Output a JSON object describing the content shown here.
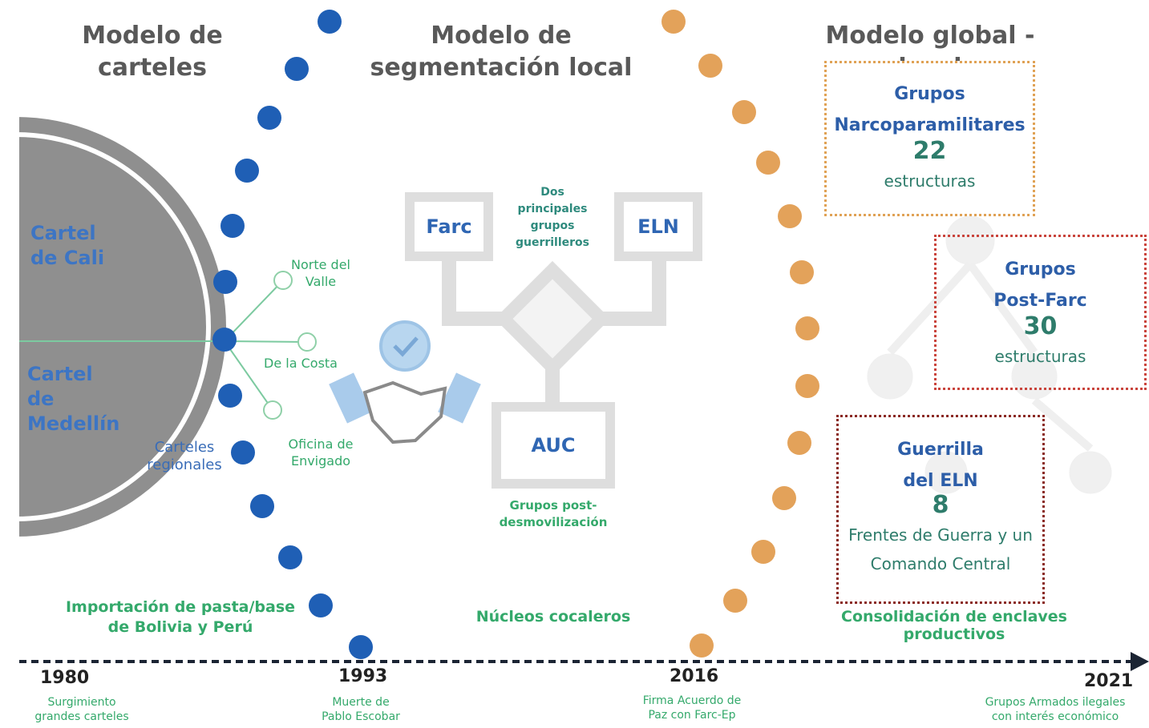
{
  "headers": {
    "carteles": "Modelo de carteles",
    "segmentacion": "Modelo de segmentación local",
    "global": "Modelo global - local"
  },
  "carteles": {
    "cali": "Cartel de Cali",
    "medellin": "Cartel de Medellín",
    "regionales": "Carteles regionales",
    "branches": [
      "Norte del Valle",
      "De la Costa",
      "Oficina de Envigado"
    ],
    "importacion": "Importación de pasta/base de Bolivia y Perú"
  },
  "segmentacion": {
    "farc": "Farc",
    "eln": "ELN",
    "auc": "AUC",
    "guerrilleros": "Dos principales grupos guerrilleros",
    "post": "Grupos post-desmovilización",
    "nucleos": "Núcleos cocaleros"
  },
  "global": {
    "boxes": [
      {
        "title1": "Grupos",
        "title2": "Narcoparamilitares",
        "number": "22",
        "sub": "estructuras",
        "border": "#e0a255"
      },
      {
        "title1": "Grupos",
        "title2": "Post-Farc",
        "number": "30",
        "sub": "estructuras",
        "border": "#c9443c"
      },
      {
        "title1": "Guerrilla",
        "title2": "del ELN",
        "number": "8",
        "sub1": "Frentes de Guerra y un",
        "sub2": "Comando Central",
        "border": "#8b2a24"
      }
    ],
    "consolidacion": "Consolidación de enclaves productivos"
  },
  "timeline": [
    {
      "year": "1980",
      "caption1": "Surgimiento",
      "caption2": "grandes carteles"
    },
    {
      "year": "1993",
      "caption1": "Muerte de",
      "caption2": "Pablo Escobar"
    },
    {
      "year": "2016",
      "caption1": "Firma Acuerdo de",
      "caption2": "Paz con Farc-Ep"
    },
    {
      "year": "2021",
      "caption1": "Grupos Armados ilegales",
      "caption2": "con interés económico"
    }
  ],
  "colors": {
    "blue_dots": "#1f5fb5",
    "orange_dots": "#e3a25a",
    "green": "#34a96b",
    "grey_frame": "#dedede"
  }
}
